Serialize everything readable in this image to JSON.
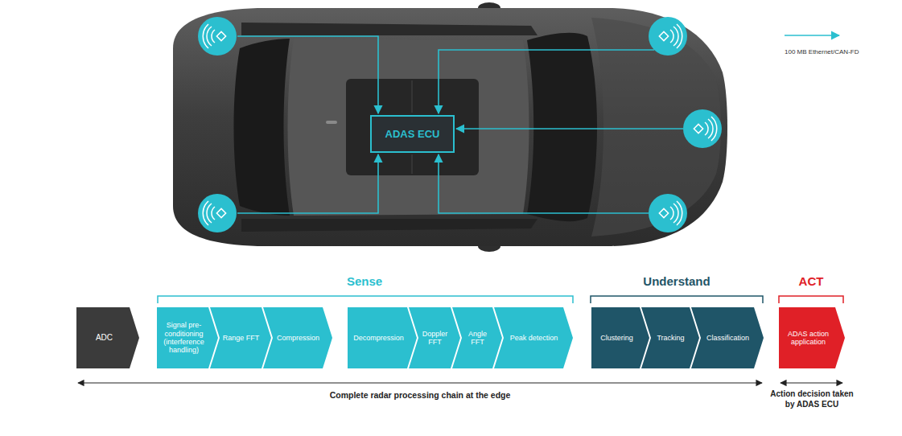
{
  "diagram": {
    "nodes": [
      {
        "text": [
          "ADAS ECU"
        ]
      },
      {
        "text": [
          "ADC"
        ]
      },
      {
        "text": [
          "Signal pre-conditioning (interference handling)"
        ]
      },
      {
        "text": [
          "Range FFT"
        ]
      },
      {
        "text": [
          "Compression"
        ]
      },
      {
        "text": [
          "Decompression"
        ]
      },
      {
        "text": [
          "Doppler FFT"
        ]
      },
      {
        "text": [
          "Angle FFT"
        ]
      },
      {
        "text": [
          "Peak detection"
        ]
      },
      {
        "text": [
          "Clustering"
        ]
      },
      {
        "text": [
          "Tracking"
        ]
      },
      {
        "text": [
          "Classification"
        ]
      },
      {
        "text": [
          "ADAS action application"
        ]
      }
    ],
    "labels": [
      "Sense",
      "Understand",
      "ACT",
      "Complete radar processing chain at the edge",
      "Action decision taken by ADAS ECU"
    ],
    "legend": [
      {
        "text": "100 MB Ethernet/CAN-FD"
      }
    ]
  }
}
